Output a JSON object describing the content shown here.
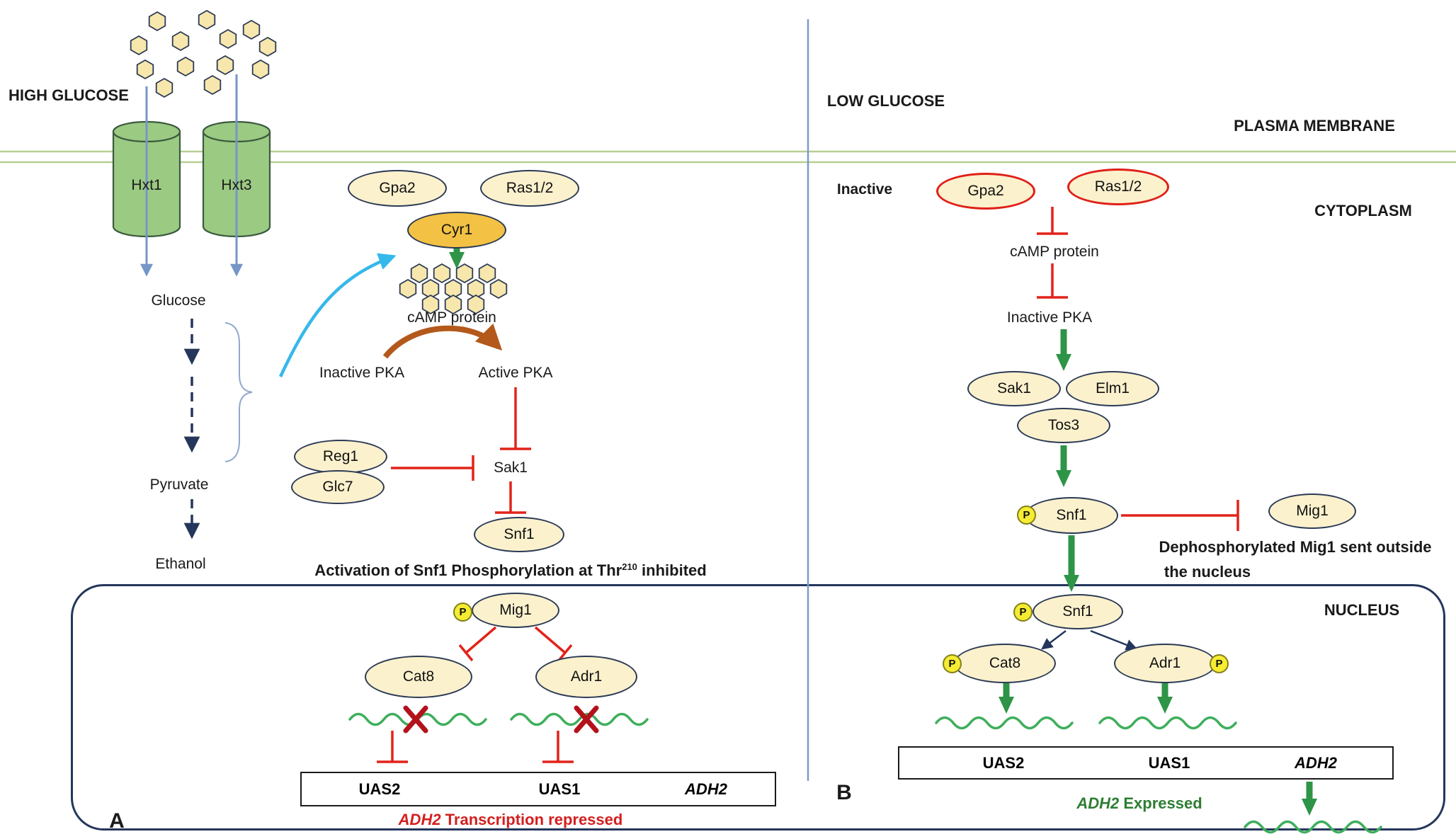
{
  "panel_a": {
    "condition": "HIGH GLUCOSE",
    "transporter1": "Hxt1",
    "transporter2": "Hxt3",
    "glucose": "Glucose",
    "pyruvate": "Pyruvate",
    "ethanol": "Ethanol",
    "gpa2": "Gpa2",
    "ras": "Ras1/2",
    "cyr1": "Cyr1",
    "camp": "cAMP protein",
    "inactive_pka": "Inactive PKA",
    "active_pka": "Active PKA",
    "reg1": "Reg1",
    "glc7": "Glc7",
    "sak1": "Sak1",
    "snf1": "Snf1",
    "caption_prefix": "Activation of Snf1 Phosphorylation at Thr",
    "caption_sup": "210",
    "caption_suffix": " inhibited",
    "mig1": "Mig1",
    "cat8": "Cat8",
    "adr1": "Adr1",
    "uas2": "UAS2",
    "uas1": "UAS1",
    "adh2": "ADH2",
    "repressed_gene": "ADH2",
    "repressed_text": " Transcription repressed",
    "phospho": "P",
    "panel_label": "A"
  },
  "panel_b": {
    "condition": "LOW GLUCOSE",
    "plasma_membrane": "PLASMA MEMBRANE",
    "cytoplasm": "CYTOPLASM",
    "nucleus": "NUCLEUS",
    "inactive": "Inactive",
    "gpa2": "Gpa2",
    "ras": "Ras1/2",
    "camp": "cAMP protein",
    "inactive_pka": "Inactive PKA",
    "sak1": "Sak1",
    "elm1": "Elm1",
    "tos3": "Tos3",
    "snf1_cyto": "Snf1",
    "mig1": "Mig1",
    "note_line1": "Dephosphorylated Mig1 sent outside",
    "note_line2": "the nucleus",
    "snf1_nuc": "Snf1",
    "cat8": "Cat8",
    "adr1": "Adr1",
    "uas2": "UAS2",
    "uas1": "UAS1",
    "adh2": "ADH2",
    "expressed_gene": "ADH2",
    "expressed_text": " Expressed",
    "phospho": "P",
    "panel_label": "B"
  },
  "colors": {
    "node_fill": "#FBF1CD",
    "node_border": "#2B3A55",
    "cyr1_fill": "#F3C244",
    "inactive_border": "#E02017",
    "inhibition": "#E2231A",
    "activation_green": "#2E9447",
    "phospho_fill": "#F5EC33"
  }
}
